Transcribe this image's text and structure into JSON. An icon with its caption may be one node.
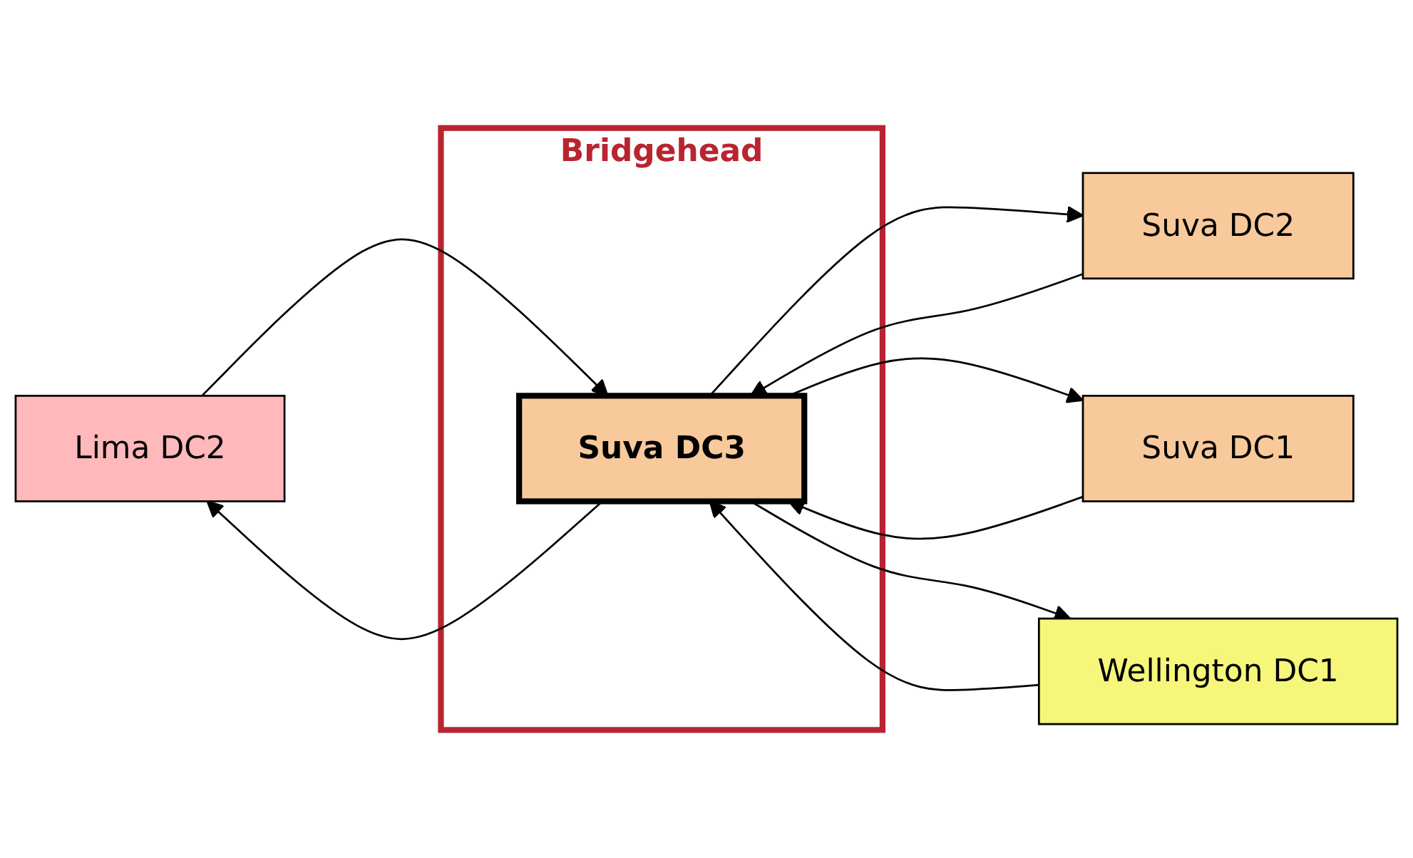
{
  "diagram": {
    "nodes": [
      {
        "text": [
          "Lima DC2"
        ]
      },
      {
        "text": [
          "Suva DC2"
        ]
      },
      {
        "text": [
          "Bridgehead"
        ]
      },
      {
        "text": [
          "Suva DC3"
        ],
        "in": 2
      },
      {
        "text": [
          "Suva DC1"
        ]
      },
      {
        "text": [
          "Wellington DC1"
        ]
      }
    ],
    "edges": [
      {
        "from": 1,
        "to": 3,
        "arrow": "to"
      },
      {
        "from": 3,
        "to": 1,
        "arrow": "to"
      },
      {
        "from": 3,
        "to": 0,
        "arrow": "to"
      },
      {
        "from": 0,
        "to": 3,
        "arrow": "to"
      },
      {
        "from": 4,
        "to": 3,
        "arrow": "to"
      },
      {
        "from": 3,
        "to": 4,
        "arrow": "to"
      },
      {
        "from": 3,
        "to": 5,
        "arrow": "to"
      },
      {
        "from": 5,
        "to": 3,
        "arrow": "to"
      }
    ]
  }
}
